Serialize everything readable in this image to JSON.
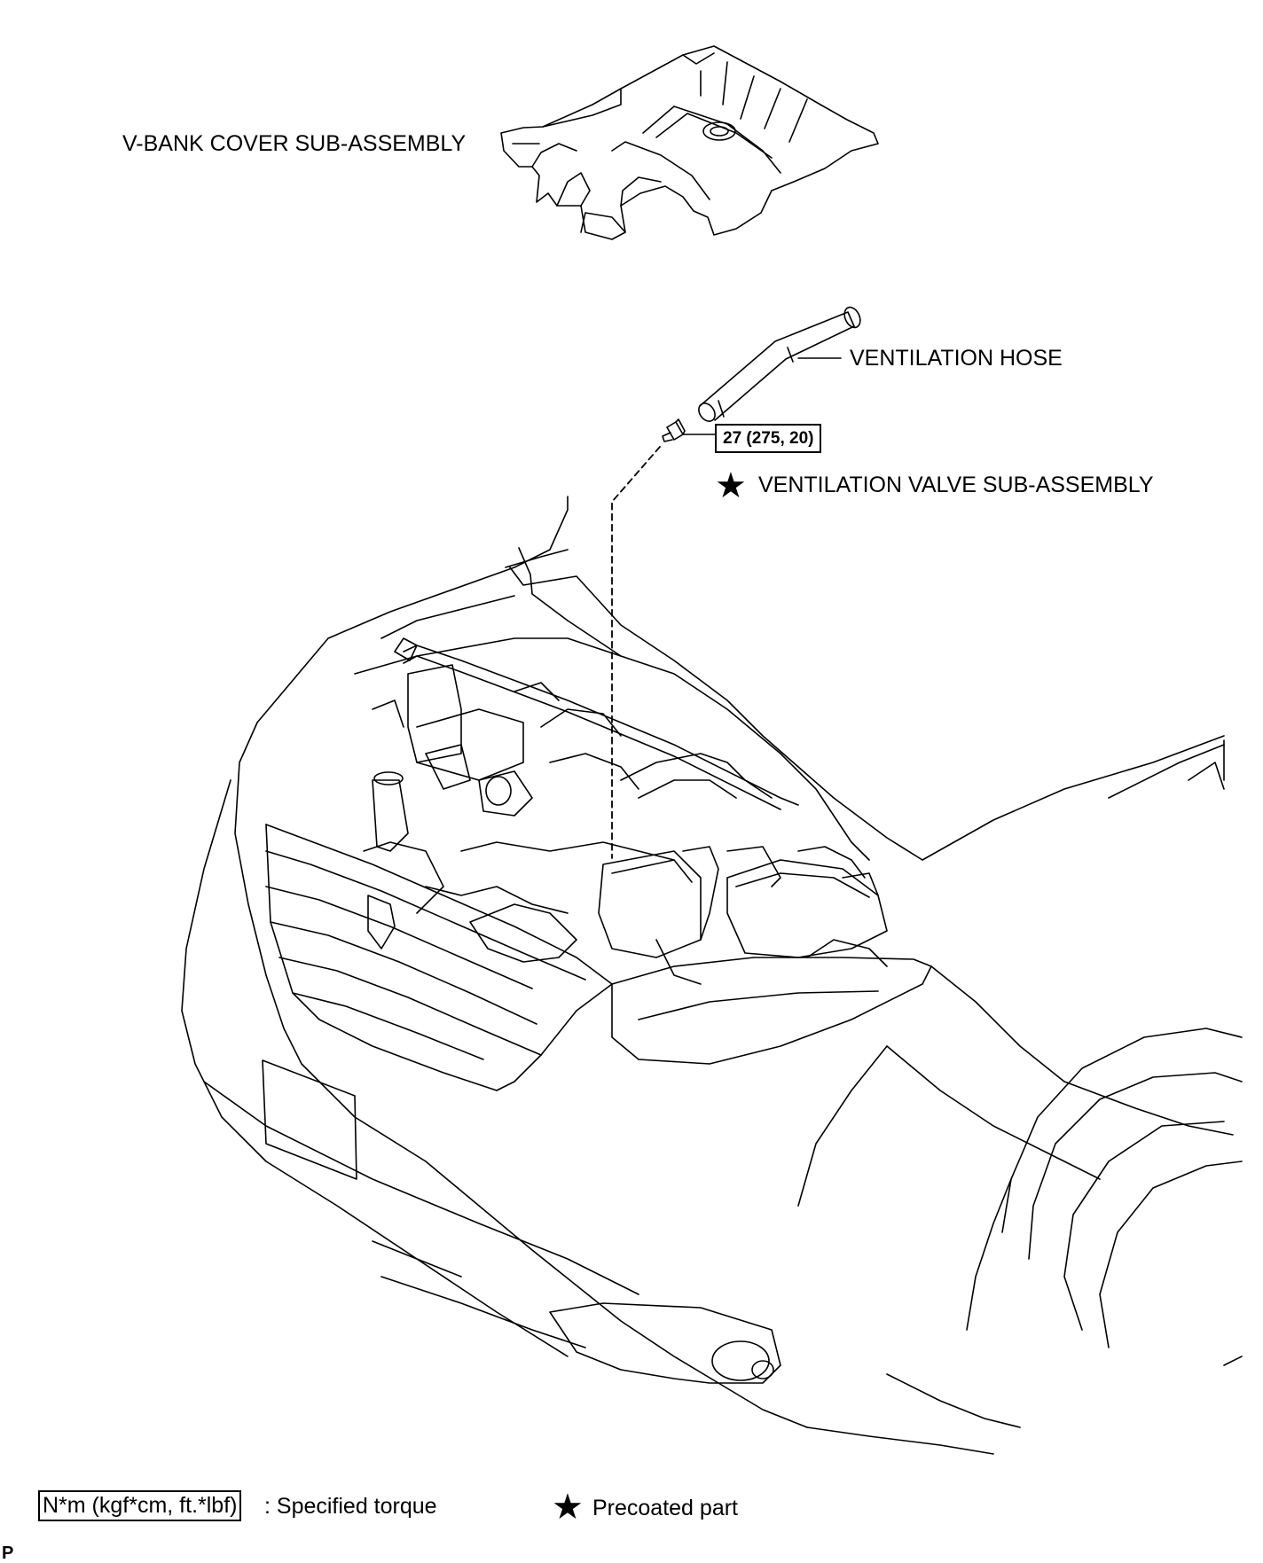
{
  "labels": {
    "vbank_cover": "V-BANK COVER SUB-ASSEMBLY",
    "ventilation_hose": "VENTILATION HOSE",
    "ventilation_valve": "VENTILATION VALVE SUB-ASSEMBLY",
    "torque_value": "27 (275, 20)"
  },
  "legend": {
    "torque_unit": "N*m (kgf*cm, ft.*lbf)",
    "torque_desc": ": Specified torque",
    "precoated_desc": "Precoated part",
    "star_symbol": "★"
  },
  "corner_mark": "P",
  "icons": [
    "star-icon"
  ]
}
